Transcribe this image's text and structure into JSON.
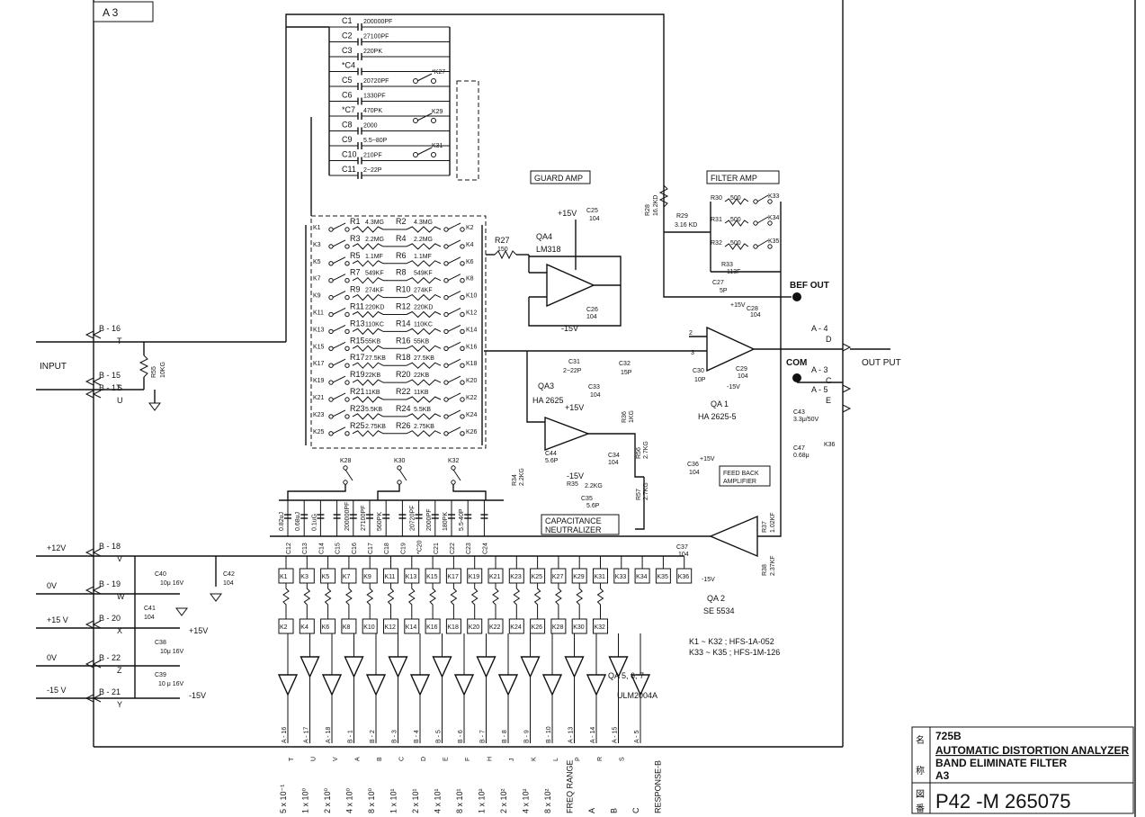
{
  "sheet_label": "A 3",
  "sections": {
    "guard_amp": "GUARD AMP",
    "filter_amp": "FILTER AMP",
    "feedback": [
      "FEED BACK",
      "AMPLIFIER"
    ],
    "cap_neutralizer": [
      "CAPACITANCE",
      "NEUTRALIZER"
    ]
  },
  "io": {
    "input": "INPUT",
    "output": "OUT PUT",
    "bef_out": "BEF OUT",
    "com": "COM",
    "left_pins": [
      {
        "pin": "B - 16",
        "letter": "T"
      },
      {
        "pin": "B - 15",
        "letter": "S"
      },
      {
        "pin": "B - 17",
        "letter": "U"
      },
      {
        "pin": "B - 18",
        "letter": "V"
      },
      {
        "pin": "B - 19",
        "letter": "W"
      },
      {
        "pin": "B - 20",
        "letter": "X"
      },
      {
        "pin": "B - 22",
        "letter": "Z"
      },
      {
        "pin": "B - 21",
        "letter": "Y"
      }
    ],
    "right_pins": [
      {
        "pin": "A - 4",
        "letter": "D"
      },
      {
        "pin": "A - 3",
        "letter": "C"
      },
      {
        "pin": "A - 5",
        "letter": "E"
      }
    ],
    "rails": [
      "+12V",
      "0V",
      "+15 V",
      "0V",
      "-15 V"
    ],
    "rail_right": [
      "+15V",
      "-15V"
    ]
  },
  "capacitors_top": [
    {
      "ref": "C1",
      "value": "200000PF"
    },
    {
      "ref": "C2",
      "value": "27100PF"
    },
    {
      "ref": "C3",
      "value": "220PK"
    },
    {
      "ref": "*C4",
      "value": ""
    },
    {
      "ref": "C5",
      "value": "20720PF"
    },
    {
      "ref": "C6",
      "value": "1330PF"
    },
    {
      "ref": "*C7",
      "value": "470PK"
    },
    {
      "ref": "C8",
      "value": "2000"
    },
    {
      "ref": "C9",
      "value": "5.5~80P"
    },
    {
      "ref": "C10",
      "value": "210PF"
    },
    {
      "ref": "C11",
      "value": "2~22P"
    }
  ],
  "top_relays": [
    "*K27",
    "K29",
    "K31"
  ],
  "resistor_rows": [
    {
      "kl": "K1",
      "ra": "R1",
      "va": "4.3MG",
      "rb": "R2",
      "vb": "4.3MG",
      "kr": "K2"
    },
    {
      "kl": "K3",
      "ra": "R3",
      "va": "2.2MG",
      "rb": "R4",
      "vb": "2.2MG",
      "kr": "K4"
    },
    {
      "kl": "K5",
      "ra": "R5",
      "va": "1.1MF",
      "rb": "R6",
      "vb": "1.1MF",
      "kr": "K6"
    },
    {
      "kl": "K7",
      "ra": "R7",
      "va": "549KF",
      "rb": "R8",
      "vb": "549KF",
      "kr": "K8"
    },
    {
      "kl": "K9",
      "ra": "R9",
      "va": "274KF",
      "rb": "R10",
      "vb": "274KF",
      "kr": "K10"
    },
    {
      "kl": "K11",
      "ra": "R11",
      "va": "220KD",
      "rb": "R12",
      "vb": "220KD",
      "kr": "K12"
    },
    {
      "kl": "K13",
      "ra": "R13",
      "va": "110KC",
      "rb": "R14",
      "vb": "110KC",
      "kr": "K14"
    },
    {
      "kl": "K15",
      "ra": "R15",
      "va": "55KB",
      "rb": "R16",
      "vb": "55KB",
      "kr": "K16"
    },
    {
      "kl": "K17",
      "ra": "R17",
      "va": "27.5KB",
      "rb": "R18",
      "vb": "27.5KB",
      "kr": "K18"
    },
    {
      "kl": "K19",
      "ra": "R19",
      "va": "22KB",
      "rb": "R20",
      "vb": "22KB",
      "kr": "K20"
    },
    {
      "kl": "K21",
      "ra": "R21",
      "va": "11KB",
      "rb": "R22",
      "vb": "11KB",
      "kr": "K22"
    },
    {
      "kl": "K23",
      "ra": "R23",
      "va": "5.5KB",
      "rb": "R24",
      "vb": "5.5KB",
      "kr": "K24"
    },
    {
      "kl": "K25",
      "ra": "R25",
      "va": "2.75KB",
      "rb": "R26",
      "vb": "2.75KB",
      "kr": "K26"
    }
  ],
  "mid_relays": [
    "K28",
    "K30",
    "K32"
  ],
  "bottom_caps": [
    {
      "ref": "C12",
      "value": "0.82uJ"
    },
    {
      "ref": "C13",
      "value": "0.68uJ"
    },
    {
      "ref": "C14",
      "value": "0.1uG"
    },
    {
      "ref": "C15",
      "value": ""
    },
    {
      "ref": "C16",
      "value": "200000PF"
    },
    {
      "ref": "C17",
      "value": "27100PF"
    },
    {
      "ref": "C18",
      "value": "560PK"
    },
    {
      "ref": "C19",
      "value": ""
    },
    {
      "ref": "*C20",
      "value": "20720PF"
    },
    {
      "ref": "C21",
      "value": "2000PF"
    },
    {
      "ref": "C22",
      "value": "180PK"
    },
    {
      "ref": "C23",
      "value": "5.5-40P"
    },
    {
      "ref": "C24",
      "value": ""
    }
  ],
  "misc_parts": {
    "R55": "R55",
    "R55v": "10KG",
    "R27": "R27",
    "R27v": "150",
    "R28": "R28",
    "R28v": "16.2KD",
    "R29": "R29",
    "R29v": "3.16 KD",
    "R30": "R30",
    "R31": "R31",
    "R32": "R32",
    "R3xv": "500",
    "R33": "R33",
    "R33v": "113F",
    "R34": "R34",
    "R34v": "2.2KG",
    "R35": "R35",
    "R35v": "2.2KG",
    "R36": "R36",
    "R36v": "1KG",
    "R56": "R56",
    "R56v": "2.7KG",
    "R57": "R57",
    "R57v": "2.7KG",
    "R37": "R37",
    "R37v": "1.02KF",
    "R38": "R38",
    "R38v": "2.37KF",
    "C25": "C25",
    "C25v": "104",
    "C26": "C26",
    "C26v": "104",
    "C27": "C27",
    "C27v": "5P",
    "C28": "C28",
    "C28v": "104",
    "C29": "C29",
    "C29v": "104",
    "C30": "C30",
    "C30v": "10P",
    "C31": "C31",
    "C31v": "2~22P",
    "C32": "C32",
    "C32v": "15P",
    "C33": "C33",
    "C33v": "104",
    "C34": "C34",
    "C34v": "104",
    "C35": "C35",
    "C35v": "5.6P",
    "C36": "C36",
    "C36v": "104",
    "C37": "C37",
    "C37v": "104",
    "C40": "C40",
    "C40v": "10μ 16V",
    "C41": "C41",
    "C41v": "104",
    "C42": "C42",
    "C42v": "104",
    "C38": "C38",
    "C38v": "10μ 16V",
    "C39": "C39",
    "C39v": "10 μ 16V",
    "C43": "C43",
    "C43v": "3.3μ/50V",
    "C44": "C44",
    "C44v": "5.6P",
    "C47": "C47",
    "C47v": "0.68μ",
    "K33": "K33",
    "K34": "K34",
    "K35": "K35",
    "K36": "K36"
  },
  "ics": [
    {
      "ref": "QA4",
      "part": "LM318"
    },
    {
      "ref": "QA3",
      "part": "HA 2625"
    },
    {
      "ref": "QA 1",
      "part": "HA 2625-5"
    },
    {
      "ref": "QA 2",
      "part": "SE 5534"
    },
    {
      "ref": "QA 5, 6, 7",
      "part": "ULM2004A"
    }
  ],
  "supply_labels": {
    "pos": "+15V",
    "neg": "-15V"
  },
  "relay_note": [
    "K1 ~ K32 ; HFS-1A-052",
    "K33 ~ K35 ; HFS-1M-126"
  ],
  "relay_grid_top": [
    "K1",
    "K3",
    "K5",
    "K7",
    "K9",
    "K11",
    "K13",
    "K15",
    "K17",
    "K19",
    "K21",
    "K23",
    "K25",
    "K27",
    "K29",
    "K31",
    "K33",
    "K34",
    "K35",
    "K36"
  ],
  "relay_grid_bottom": [
    "K2",
    "K4",
    "K6",
    "K8",
    "K10",
    "K12",
    "K14",
    "K16",
    "K18",
    "K20",
    "K22",
    "K24",
    "K26",
    "K28",
    "K30",
    "K32"
  ],
  "driver_pins": [
    "A - 16",
    "A - 17",
    "A - 18",
    "B - 1",
    "B - 2",
    "B - 3",
    "B - 4",
    "B - 5",
    "B - 6",
    "B - 7",
    "B - 8",
    "B - 9",
    "B - 10",
    "A - 13",
    "A - 14",
    "A - 15",
    "A - 5"
  ],
  "driver_letters": [
    "T",
    "U",
    "V",
    "A",
    "B",
    "C",
    "D",
    "E",
    "F",
    "H",
    "J",
    "K",
    "L",
    "P",
    "R",
    "S",
    ""
  ],
  "bottom_labels": [
    "5 x 10⁻¹",
    "1 x 10⁰",
    "2 x 10⁰",
    "4 x 10⁰",
    "8 x 10⁰",
    "1 x 10¹",
    "2 x 10¹",
    "4 x 10¹",
    "8 x 10¹",
    "1 x 10²",
    "2 x 10²",
    "4 x 10²",
    "8 x 10²",
    "FREQ RANGE",
    "A",
    "B",
    "C",
    "RESPONSE-B"
  ],
  "title_block": {
    "model": "725B",
    "name": "AUTOMATIC DISTORTION ANALYZER",
    "sub": "BAND ELIMINATE FILTER",
    "board": "A3",
    "drawing_no": "P42 -M 265075",
    "kanji1": "名",
    "kanji2": "称",
    "kanji3": "図",
    "kanji4": "番"
  }
}
